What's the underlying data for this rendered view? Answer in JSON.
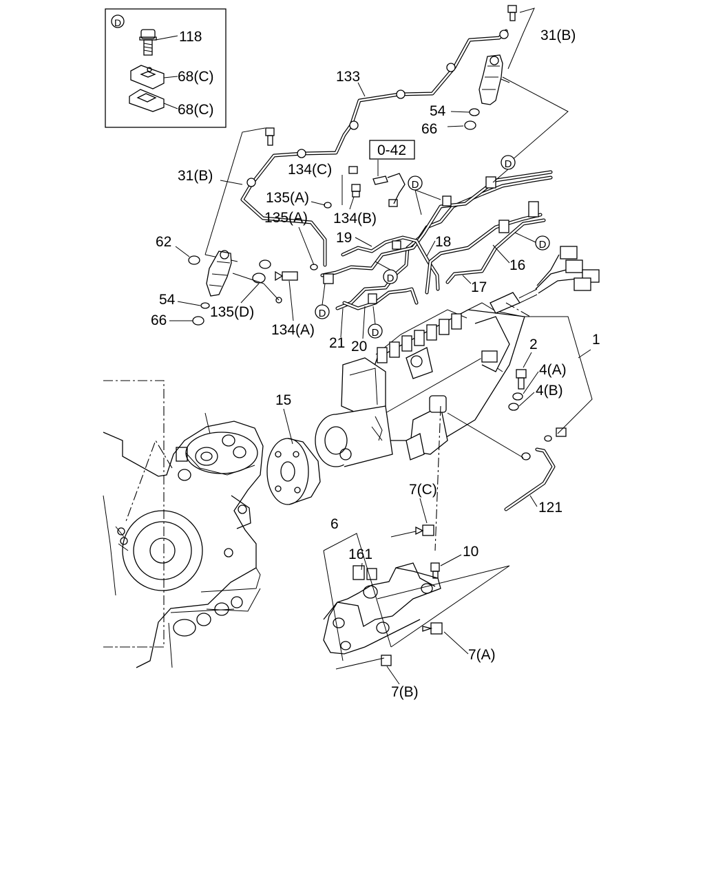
{
  "labels": {
    "l118": "118",
    "l68c_a": "68(C)",
    "l68c_b": "68(C)",
    "l31b_top": "31(B)",
    "l133": "133",
    "l54_top": "54",
    "l66_top": "66",
    "l042": "0-42",
    "l134c": "134(C)",
    "l31b_left": "31(B)",
    "l135a_1": "135(A)",
    "l135a_2": "135(A)",
    "l134b": "134(B)",
    "l62": "62",
    "l19": "19",
    "l18": "18",
    "l16": "16",
    "l17": "17",
    "l54_left": "54",
    "l66_left": "66",
    "l135d": "135(D)",
    "l134a": "134(A)",
    "l21": "21",
    "l20": "20",
    "l1": "1",
    "l2": "2",
    "l4a": "4(A)",
    "l4b": "4(B)",
    "l15": "15",
    "l121": "121",
    "l7c": "7(C)",
    "l6": "6",
    "l161": "161",
    "l10": "10",
    "l7a": "7(A)",
    "l7b": "7(B)"
  },
  "clip_marker": "D"
}
